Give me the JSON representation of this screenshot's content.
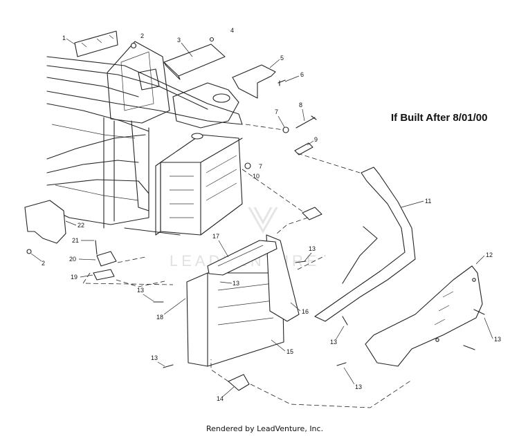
{
  "heading": "If Built After 8/01/00",
  "footer": "Rendered by LeadVenture, Inc.",
  "watermark": "LEADVENTURE",
  "colors": {
    "line": "#222222",
    "background": "#ffffff",
    "watermark": "#c9c9c9"
  },
  "callouts": {
    "c1": "1",
    "c2a": "2",
    "c2b": "2",
    "c3": "3",
    "c4": "4",
    "c5": "5",
    "c6": "6",
    "c7a": "7",
    "c7b": "7",
    "c8": "8",
    "c9": "9",
    "c10": "10",
    "c11": "11",
    "c12": "12",
    "c13a": "13",
    "c13b": "13",
    "c13c": "13",
    "c13d": "13",
    "c13e": "13",
    "c13f": "13",
    "c13g": "13",
    "c14": "14",
    "c15": "15",
    "c16": "16",
    "c17": "17",
    "c18": "18",
    "c19": "19",
    "c20": "20",
    "c21": "21",
    "c22": "22"
  }
}
